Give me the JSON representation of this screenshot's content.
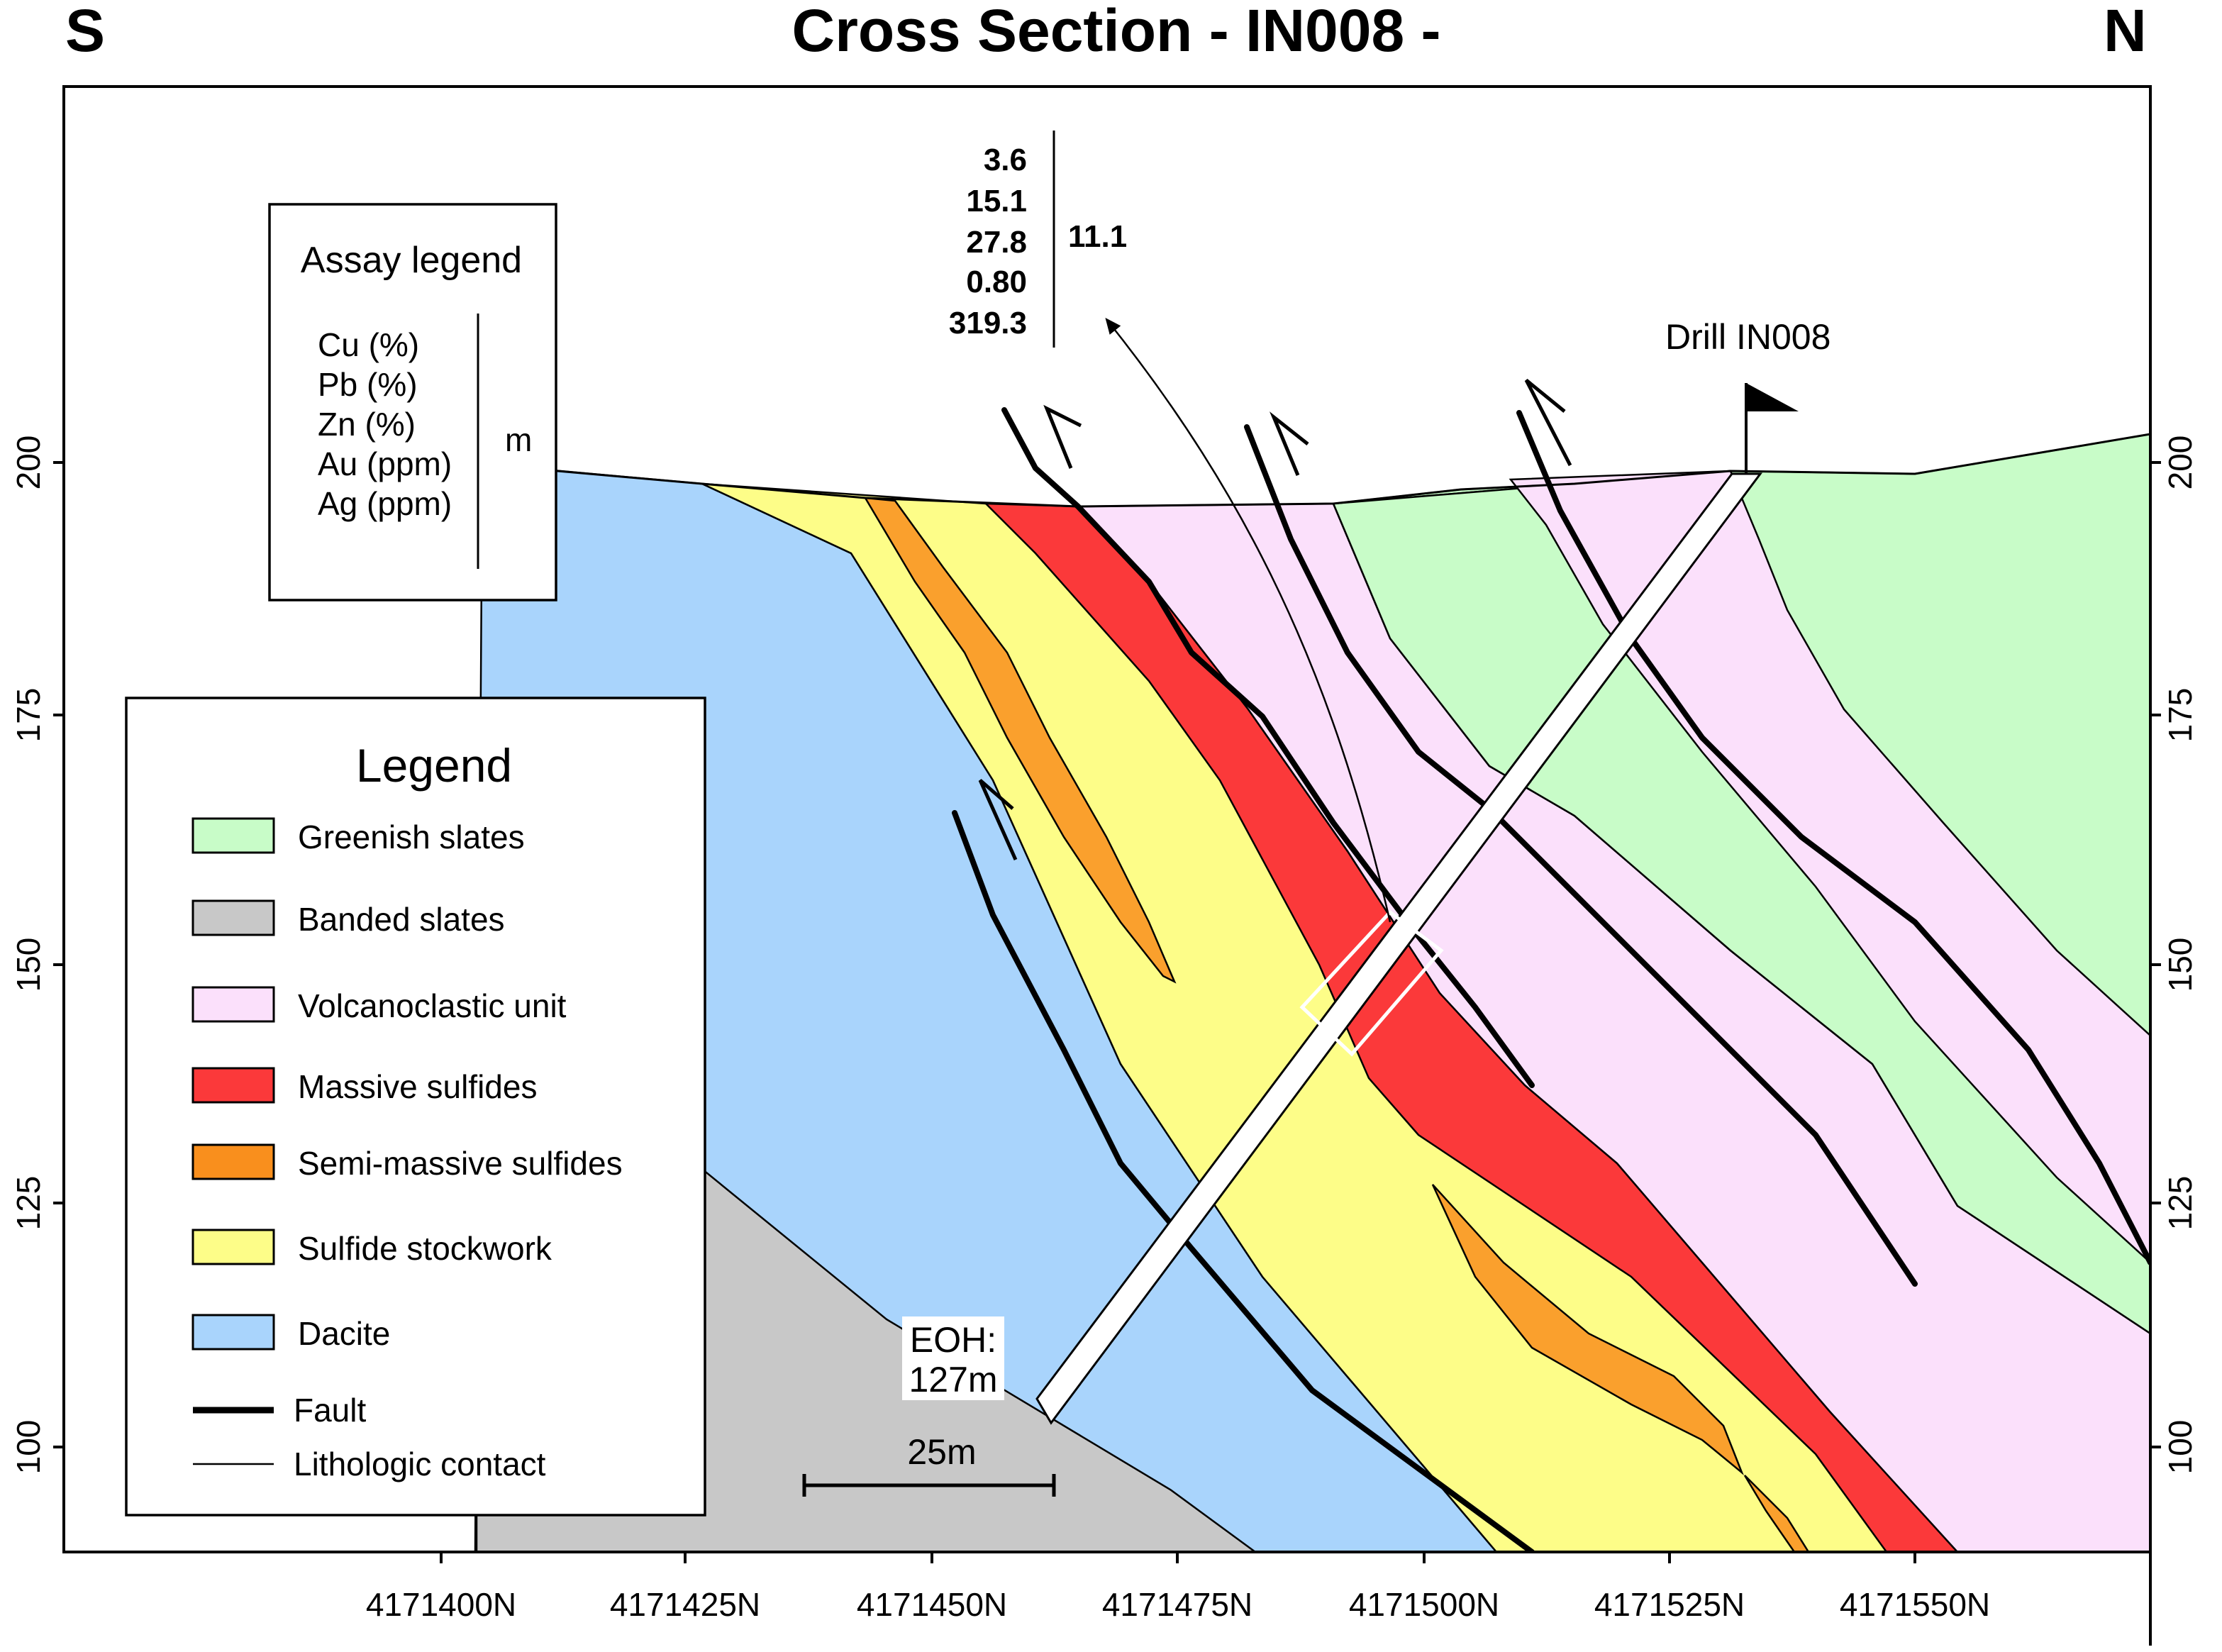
{
  "title": "Cross Section - IN008 -",
  "south_label": "S",
  "north_label": "N",
  "x_axis_ticks": [
    "4171400N",
    "4171425N",
    "4171450N",
    "4171475N",
    "4171500N",
    "4171525N",
    "4171550N"
  ],
  "y_axis_ticks": [
    "200",
    "175",
    "150",
    "125",
    "100"
  ],
  "drill": {
    "label": "Drill IN008",
    "eoh_line1": "EOH:",
    "eoh_line2": "127m"
  },
  "assay_intercept": {
    "values": [
      "3.6",
      "15.1",
      "27.8",
      "0.80",
      "319.3"
    ],
    "length": "11.1"
  },
  "assay_legend": {
    "title": "Assay legend",
    "items": [
      "Cu (%)",
      "Pb (%)",
      "Zn (%)",
      "Au (ppm)",
      "Ag (ppm)"
    ],
    "unit": "m"
  },
  "legend": {
    "title": "Legend",
    "items": [
      {
        "label": "Greenish slates",
        "color": "#c8fcc8"
      },
      {
        "label": "Banded slates",
        "color": "#c8c8c8"
      },
      {
        "label": "Volcanoclastic unit",
        "color": "#fbe0fb"
      },
      {
        "label": "Massive sulfides",
        "color": "#fb393a"
      },
      {
        "label": "Semi-massive sulfides",
        "color": "#f98f1d"
      },
      {
        "label": "Sulfide stockwork",
        "color": "#fdfd88"
      },
      {
        "label": "Dacite",
        "color": "#a9d4fc"
      }
    ],
    "fault_label": "Fault",
    "contact_label": "Lithologic contact"
  },
  "scale_bar": {
    "label": "25m"
  }
}
